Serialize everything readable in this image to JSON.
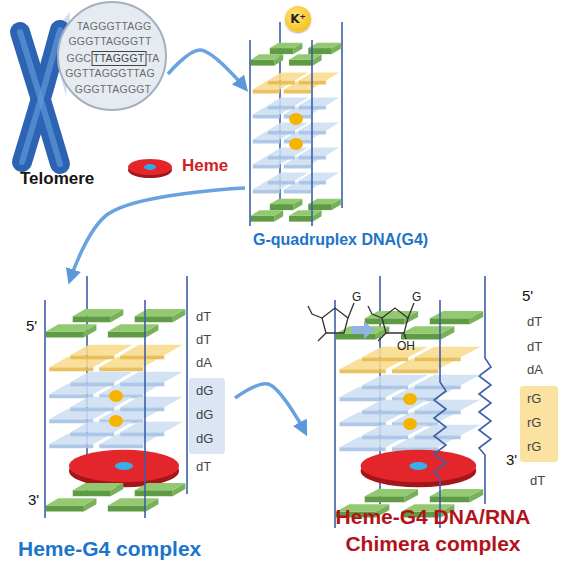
{
  "diagram": {
    "nodes": [
      {
        "text": [
          "Telomere"
        ]
      },
      {
        "text": [
          "G-quadruplex DNA(G4)"
        ]
      },
      {
        "text": [
          "Heme-G4 complex"
        ]
      },
      {
        "text": [
          "Heme-G4 DNA/RNA Chimera complex"
        ]
      }
    ],
    "edges": [
      {
        "from": 0,
        "to": 1,
        "arrow": "to",
        "label": "K⁺"
      },
      {
        "from": 1,
        "to": 2,
        "arrow": "to",
        "label": "Heme"
      },
      {
        "from": 2,
        "to": 3,
        "arrow": "to"
      }
    ],
    "labels": [
      "TAGGGTTAGG",
      "GGGTTAGGGTT",
      "GGC",
      "TTAGGGT",
      "TA",
      "GGTTAGGGTTAG",
      "GGGTTAGGGT",
      "5'",
      "dT",
      "dT",
      "dA",
      "dG",
      "dG",
      "dG",
      "dT",
      "3'",
      "G",
      "G",
      "OH",
      "5'",
      "dT",
      "dT",
      "dA",
      "rG",
      "rG",
      "rG",
      "dT",
      "3'"
    ]
  }
}
